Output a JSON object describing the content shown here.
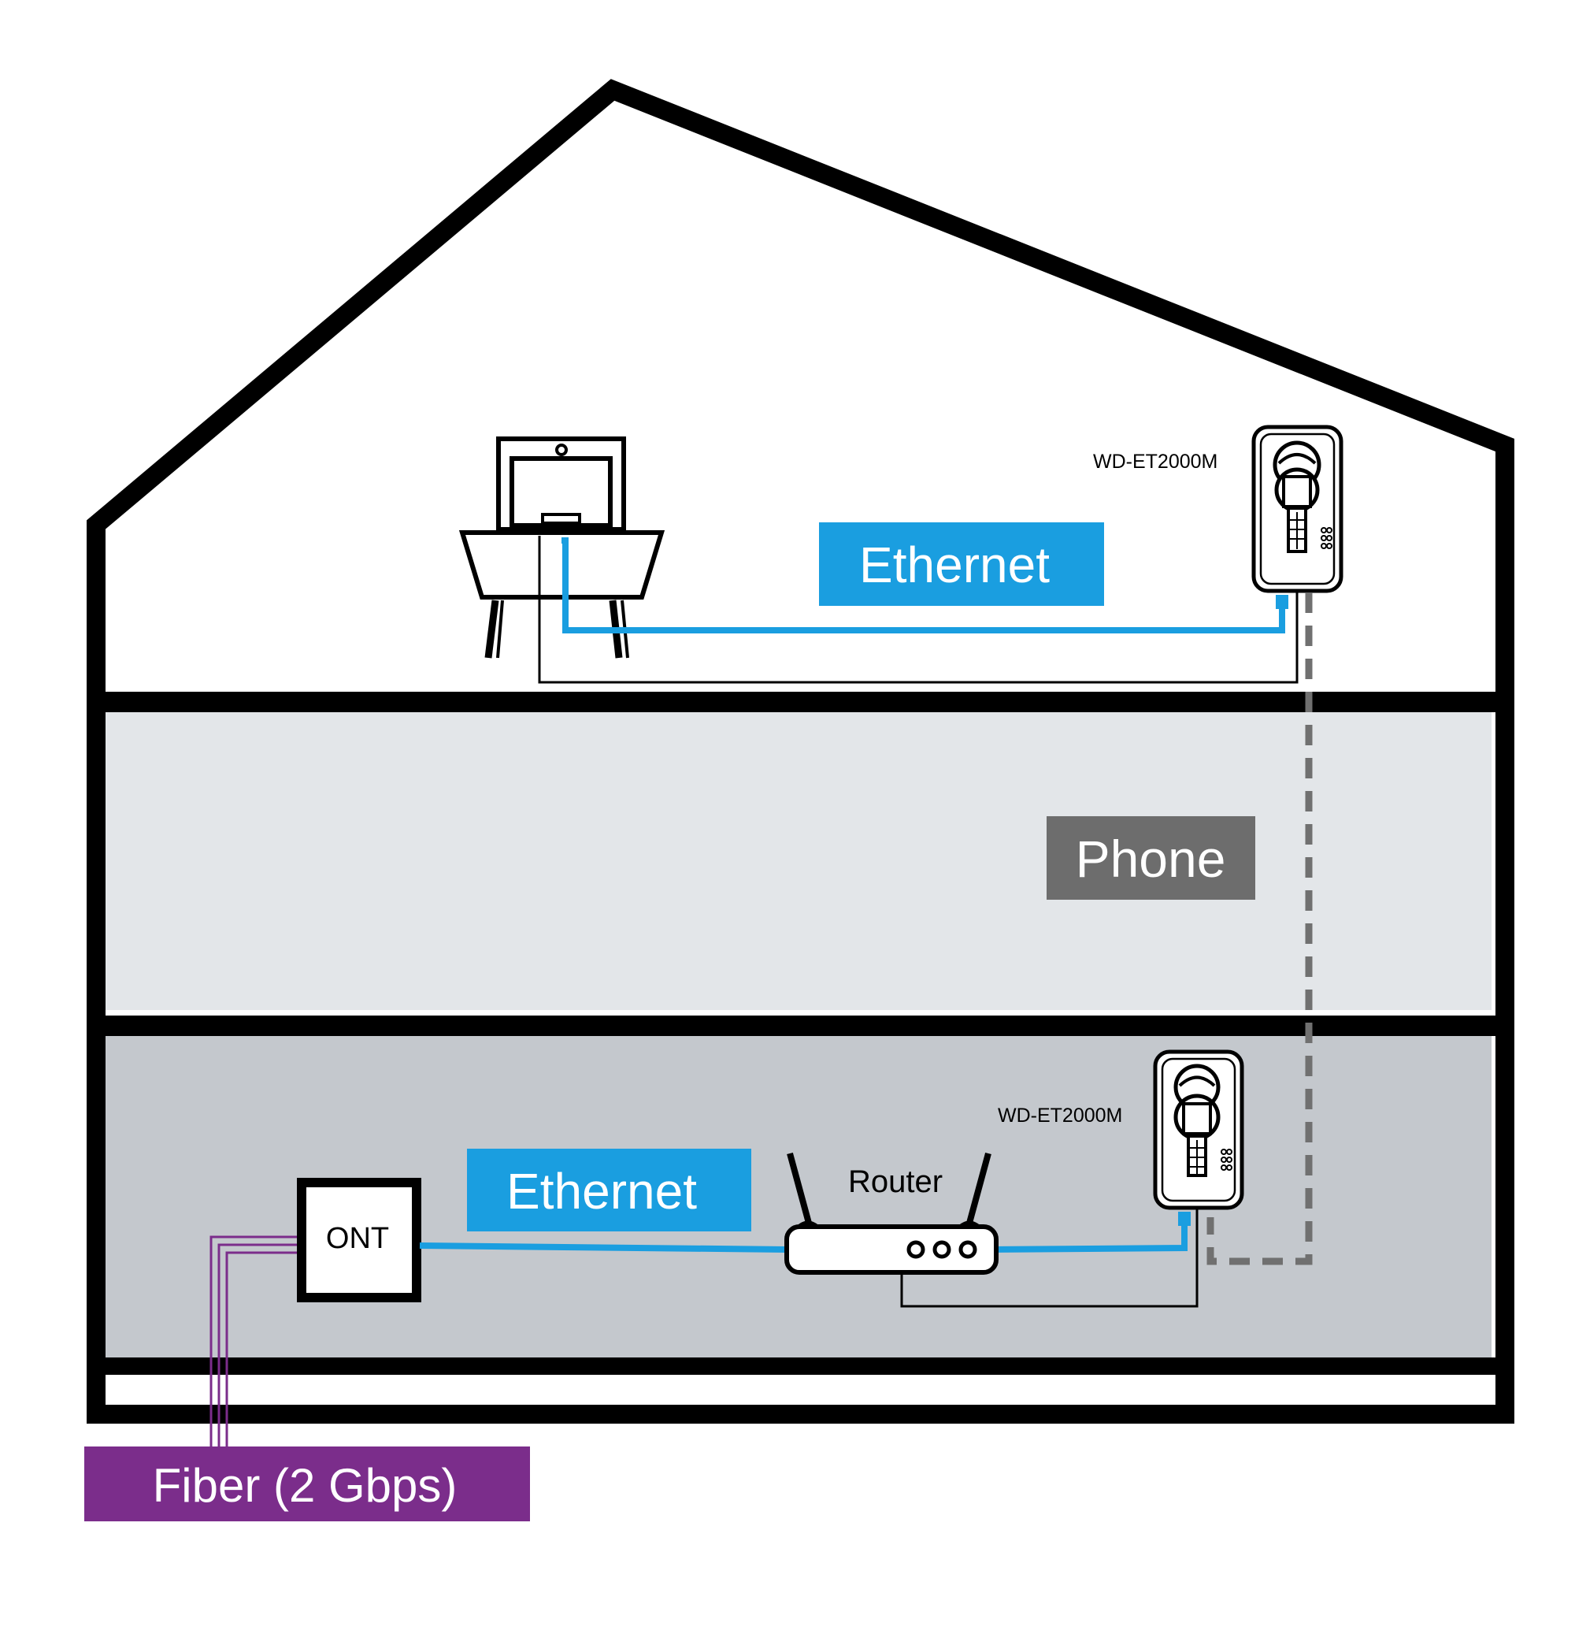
{
  "labels": {
    "ethernet_top": "Ethernet",
    "ethernet_bottom": "Ethernet",
    "phone": "Phone",
    "fiber": "Fiber (2 Gbps)",
    "adapter_top": "WD-ET2000M",
    "adapter_bottom": "WD-ET2000M",
    "router": "Router",
    "ont": "ONT"
  },
  "colors": {
    "ethernet": "#1a9ee0",
    "fiber": "#7b2d8b",
    "phone": "#6d6d6d",
    "phone_line": "#707070",
    "wall": "#000000",
    "floor_middle": "#e3e6e9",
    "floor_bottom": "#c4c8cd",
    "floor_top": "#ffffff"
  },
  "icons": [
    "laptop-icon",
    "desk-icon",
    "powerline-adapter-icon",
    "router-icon",
    "ont-box-icon"
  ]
}
